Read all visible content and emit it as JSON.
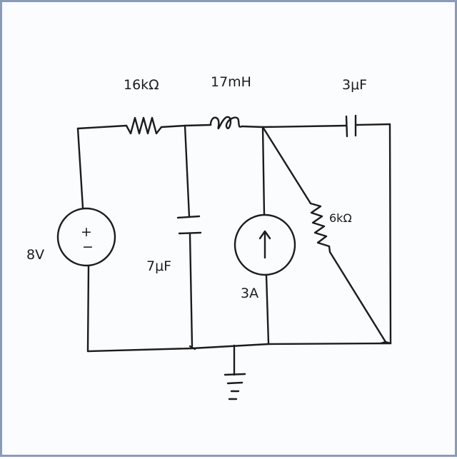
{
  "labels": {
    "r1": "16kΩ",
    "l1": "17mH",
    "c_top": "3μF",
    "v_source": "8V",
    "c_mid": "7μF",
    "i_source": "3A",
    "r2": "6kΩ"
  },
  "symbols": {
    "plus": "+",
    "minus": "−",
    "arrow": "↑"
  },
  "ink_color": "#1c1c1c",
  "border_color": "#8a9bb8"
}
